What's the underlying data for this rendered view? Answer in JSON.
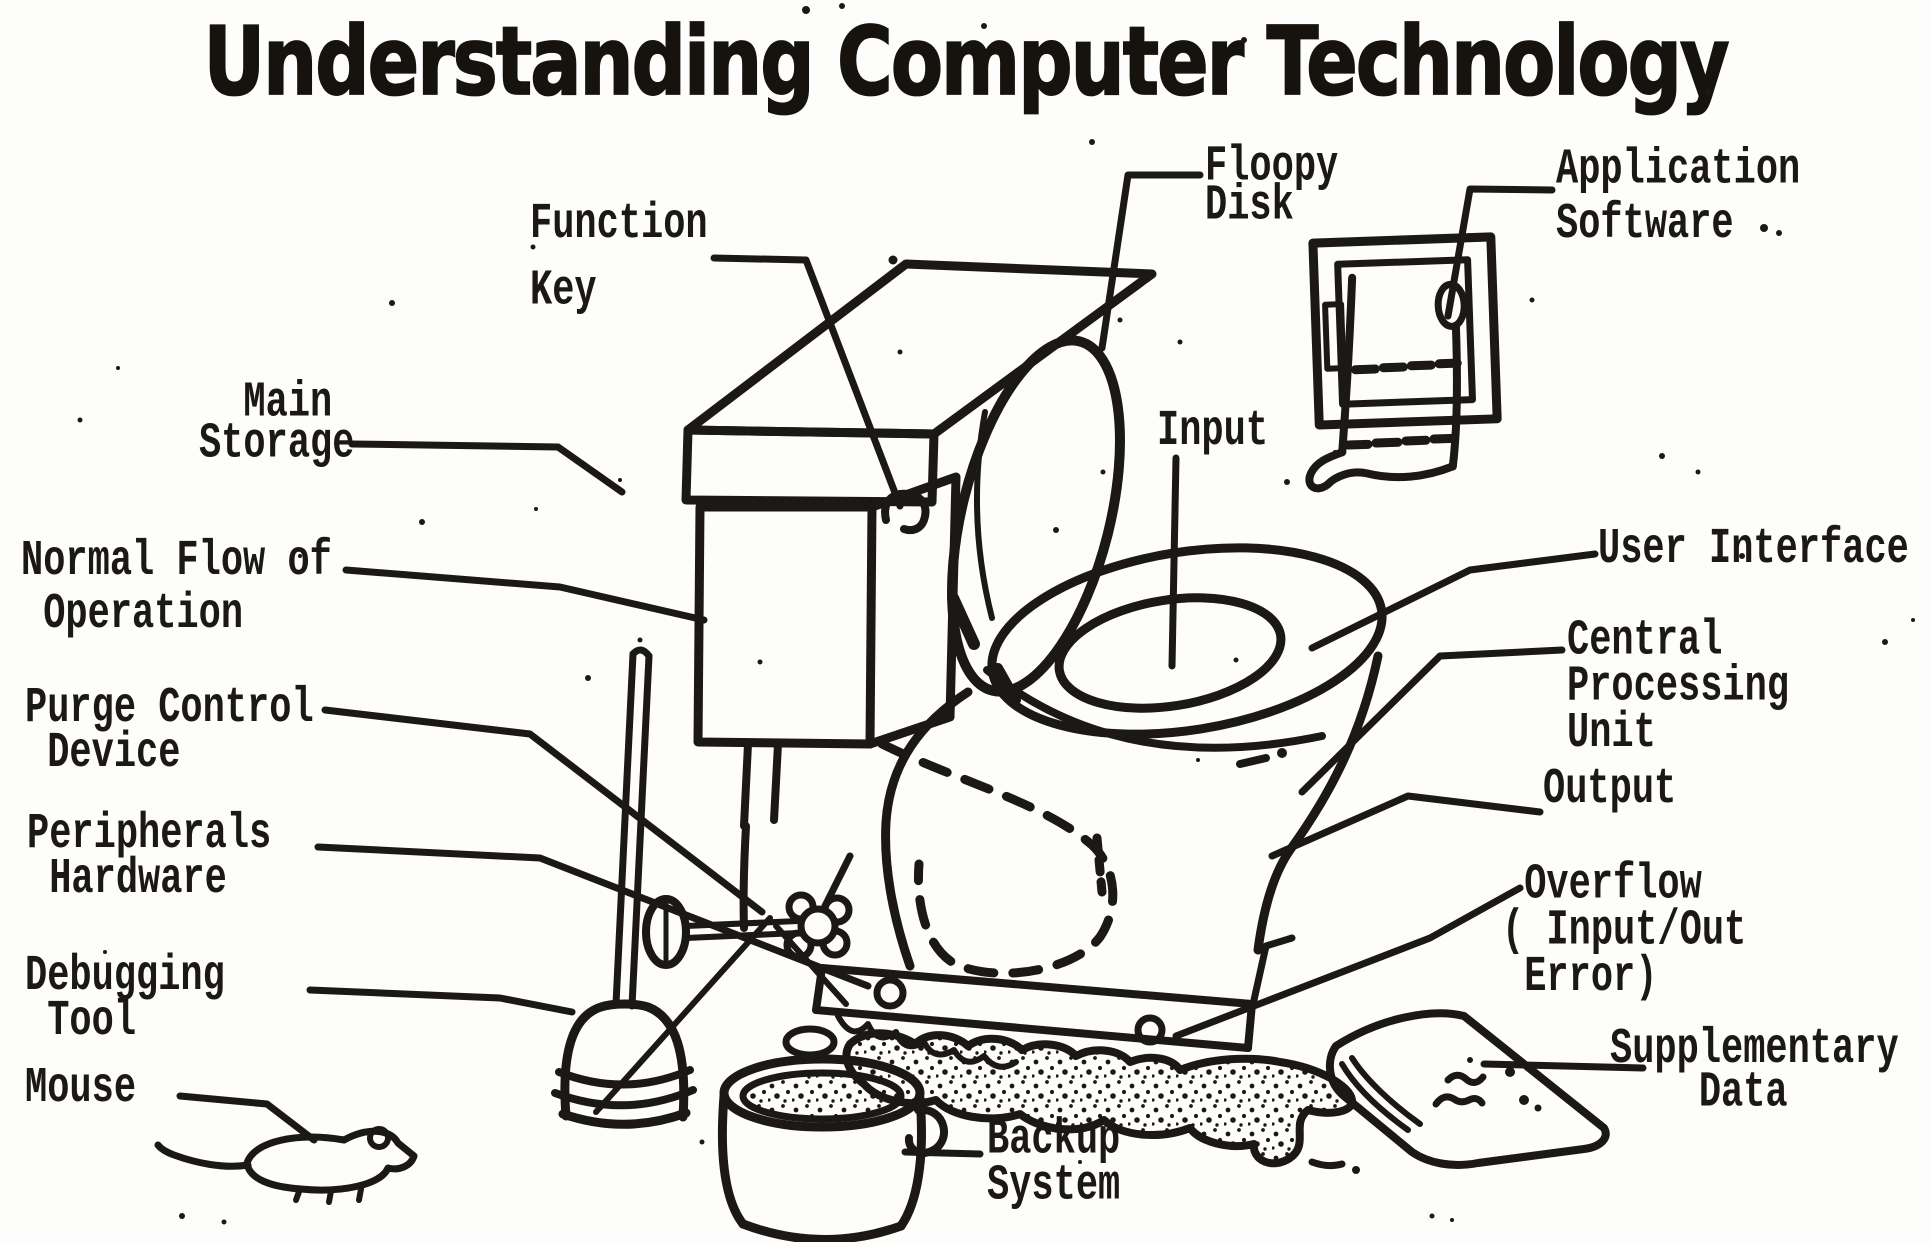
{
  "title": "Understanding Computer Technology",
  "colors": {
    "ink": "#1b1815",
    "paper": "#fdfdfb"
  },
  "labels": {
    "function_key": "Function\nKey",
    "floppy_disk": "Floopy\nDisk",
    "application_software": "Application\nSoftware",
    "main_storage": "  Main\nStorage",
    "normal_flow": "Normal Flow of\n Operation",
    "purge_control": "Purge Control\n Device",
    "peripherals_hardware": "Peripherals\n Hardware",
    "debugging_tool": "Debugging\n Tool",
    "mouse": "Mouse",
    "input": "Input",
    "user_interface": "User Interface",
    "central_processing_unit": "Central\nProcessing\nUnit",
    "output": "Output",
    "overflow": " Overflow\n( Input/Out\n Error)",
    "supplementary_data": "Supplementary\n    Data",
    "backup_system": "Backup\nSystem"
  },
  "figures": {
    "toilet": "hand-drawn toilet with tank, raised lid, seat, bowl and base",
    "toilet_paper_roll": "wall holder with hanging perforated sheet",
    "plunger": "plunger standing left of bowl",
    "mouse": "small rodent at bottom left",
    "chamber_pot": "pot with speckled contents",
    "newspaper": "folded newspaper at bottom right",
    "spill": "speckled overflow puddle under the base"
  }
}
